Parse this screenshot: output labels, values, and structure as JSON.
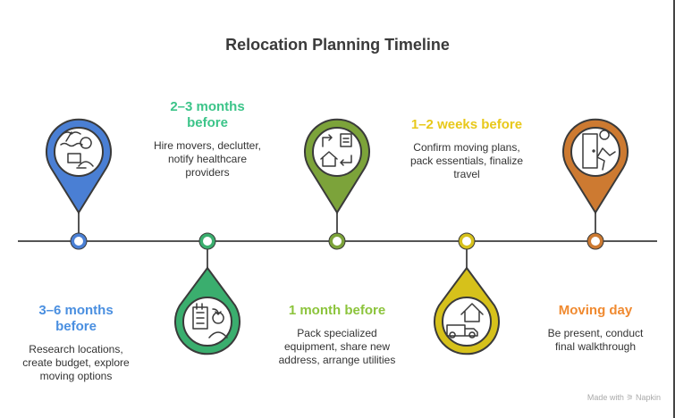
{
  "title": "Relocation Planning Timeline",
  "steps": [
    {
      "heading": "3–6 months before",
      "desc": "Research locations, create budget, explore moving options",
      "color": "#4a7fd4",
      "text_color": "#4a8fe0",
      "icon": "vacation-laptop-icon"
    },
    {
      "heading": "2–3 months before",
      "desc": "Hire movers, declutter, notify healthcare providers",
      "color": "#3aae6e",
      "text_color": "#3cc489",
      "icon": "checklist-person-icon"
    },
    {
      "heading": "1 month before",
      "desc": "Pack specialized equipment, share new address, arrange utilities",
      "color": "#7ca33a",
      "text_color": "#8cc43c",
      "icon": "address-change-icon"
    },
    {
      "heading": "1–2 weeks before",
      "desc": "Confirm moving plans, pack essentials, finalize travel",
      "color": "#d6c11b",
      "text_color": "#e8c81a",
      "icon": "moving-truck-house-icon"
    },
    {
      "heading": "Moving day",
      "desc": "Be present, conduct final walkthrough",
      "color": "#cd7a31",
      "text_color": "#f08a30",
      "icon": "door-walkthrough-icon"
    }
  ],
  "watermark": "Made with ⚞ Napkin"
}
